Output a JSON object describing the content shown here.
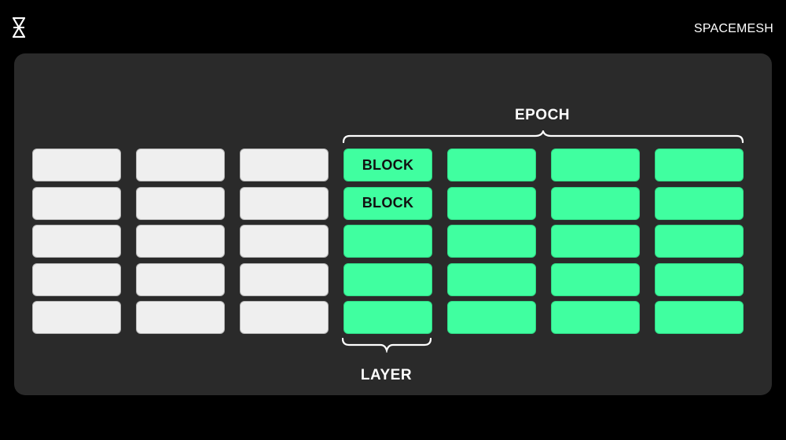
{
  "brand": "SPACEMESH",
  "diagram": {
    "epoch_label": "EPOCH",
    "layer_label": "LAYER",
    "block_label": "BLOCK",
    "past_layer_columns": 3,
    "epoch_layer_columns": 4,
    "blocks_per_layer": 5,
    "labeled_blocks_in_first_epoch_layer": 2
  },
  "colors": {
    "background": "#000000",
    "panel": "#2a2a2a",
    "past_block": "#efefef",
    "epoch_block": "#40ffa0",
    "text": "#ffffff"
  }
}
